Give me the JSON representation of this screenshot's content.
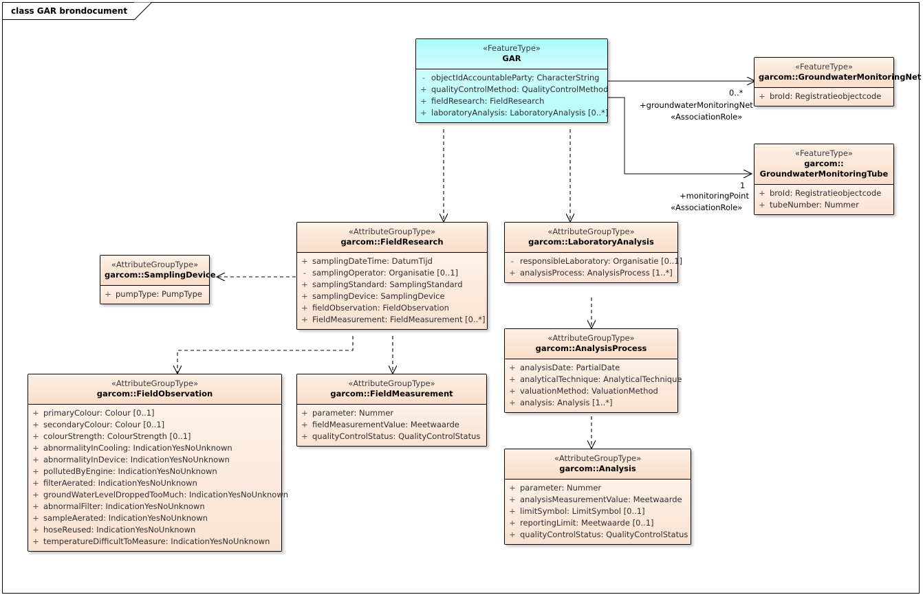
{
  "diagram": {
    "title": "class GAR brondocument"
  },
  "classes": {
    "gar": {
      "stereotype": "«FeatureType»",
      "name": "GAR",
      "attributes": [
        {
          "vis": "-",
          "text": "objectIdAccountableParty: CharacterString"
        },
        {
          "vis": "+",
          "text": "qualityControlMethod: QualityControlMethod"
        },
        {
          "vis": "+",
          "text": "fieldResearch: FieldResearch"
        },
        {
          "vis": "+",
          "text": "laboratoryAnalysis: LaboratoryAnalysis [0..*]"
        }
      ]
    },
    "gwMonitoringNet": {
      "stereotype": "«FeatureType»",
      "name": "garcom::GroundwaterMonitoringNet",
      "attributes": [
        {
          "vis": "+",
          "text": "broId: Registratieobjectcode"
        }
      ]
    },
    "gwMonitoringTube": {
      "stereotype": "«FeatureType»",
      "name": "garcom::",
      "name2": "GroundwaterMonitoringTube",
      "attributes": [
        {
          "vis": "+",
          "text": "broId: Registratieobjectcode"
        },
        {
          "vis": "+",
          "text": "tubeNumber: Nummer"
        }
      ]
    },
    "fieldResearch": {
      "stereotype": "«AttributeGroupType»",
      "name": "garcom::FieldResearch",
      "attributes": [
        {
          "vis": "+",
          "text": "samplingDateTime: DatumTijd"
        },
        {
          "vis": "-",
          "text": "samplingOperator: Organisatie [0..1]"
        },
        {
          "vis": "+",
          "text": "samplingStandard: SamplingStandard"
        },
        {
          "vis": "+",
          "text": "samplingDevice: SamplingDevice"
        },
        {
          "vis": "+",
          "text": "fieldObservation: FieldObservation"
        },
        {
          "vis": "+",
          "text": "FieldMeasurement: FieldMeasurement [0..*]"
        }
      ]
    },
    "samplingDevice": {
      "stereotype": "«AttributeGroupType»",
      "name": "garcom::SamplingDevice",
      "attributes": [
        {
          "vis": "+",
          "text": "pumpType: PumpType"
        }
      ]
    },
    "laboratoryAnalysis": {
      "stereotype": "«AttributeGroupType»",
      "name": "garcom::LaboratoryAnalysis",
      "attributes": [
        {
          "vis": "-",
          "text": "responsibleLaboratory: Organisatie [0..1]"
        },
        {
          "vis": "+",
          "text": "analysisProcess: AnalysisProcess [1..*]"
        }
      ]
    },
    "analysisProcess": {
      "stereotype": "«AttributeGroupType»",
      "name": "garcom::AnalysisProcess",
      "attributes": [
        {
          "vis": "+",
          "text": "analysisDate: PartialDate"
        },
        {
          "vis": "+",
          "text": "analyticalTechnique: AnalyticalTechnique"
        },
        {
          "vis": "+",
          "text": "valuationMethod: ValuationMethod"
        },
        {
          "vis": "+",
          "text": "analysis: Analysis [1..*]"
        }
      ]
    },
    "analysis": {
      "stereotype": "«AttributeGroupType»",
      "name": "garcom::Analysis",
      "attributes": [
        {
          "vis": "+",
          "text": "parameter: Nummer"
        },
        {
          "vis": "+",
          "text": "analysisMeasurementValue: Meetwaarde"
        },
        {
          "vis": "+",
          "text": "limitSymbol: LimitSymbol [0..1]"
        },
        {
          "vis": "+",
          "text": "reportingLimit: Meetwaarde [0..1]"
        },
        {
          "vis": "+",
          "text": "qualityControlStatus: QualityControlStatus"
        }
      ]
    },
    "fieldObservation": {
      "stereotype": "«AttributeGroupType»",
      "name": "garcom::FieldObservation",
      "attributes": [
        {
          "vis": "+",
          "text": "primaryColour: Colour [0..1]"
        },
        {
          "vis": "+",
          "text": "secondaryColour: Colour [0..1]"
        },
        {
          "vis": "+",
          "text": "colourStrength: ColourStrength [0..1]"
        },
        {
          "vis": "+",
          "text": "abnormalityInCooling: IndicationYesNoUnknown"
        },
        {
          "vis": "+",
          "text": "abnormalityInDevice: IndicationYesNoUnknown"
        },
        {
          "vis": "+",
          "text": "pollutedByEngine: IndicationYesNoUnknown"
        },
        {
          "vis": "+",
          "text": "filterAerated: IndicationYesNoUnknown"
        },
        {
          "vis": "+",
          "text": "groundWaterLevelDroppedTooMuch: IndicationYesNoUnknown"
        },
        {
          "vis": "+",
          "text": "abnormalFilter: IndicationYesNoUnknown"
        },
        {
          "vis": "+",
          "text": "sampleAerated: IndicationYesNoUnknown"
        },
        {
          "vis": "+",
          "text": "hoseReused: IndicationYesNoUnknown"
        },
        {
          "vis": "+",
          "text": "temperatureDifficultToMeasure: IndicationYesNoUnknown"
        }
      ]
    },
    "fieldMeasurement": {
      "stereotype": "«AttributeGroupType»",
      "name": "garcom::FieldMeasurement",
      "attributes": [
        {
          "vis": "+",
          "text": "parameter: Nummer"
        },
        {
          "vis": "+",
          "text": "fieldMeasurementValue: Meetwaarde"
        },
        {
          "vis": "+",
          "text": "qualityControlStatus: QualityControlStatus"
        }
      ]
    }
  },
  "connectors": {
    "gar_to_net": {
      "multiplicity": "0..*",
      "role": "+groundwaterMonitoringNet",
      "stereotype": "«AssociationRole»"
    },
    "gar_to_tube": {
      "multiplicity": "1",
      "role": "+monitoringPoint",
      "stereotype": "«AssociationRole»"
    }
  },
  "colors": {
    "class_fill": "#fdeee1",
    "featuretype_fill": "#c9fbfb",
    "border": "#000000",
    "background": "#ffffff"
  }
}
